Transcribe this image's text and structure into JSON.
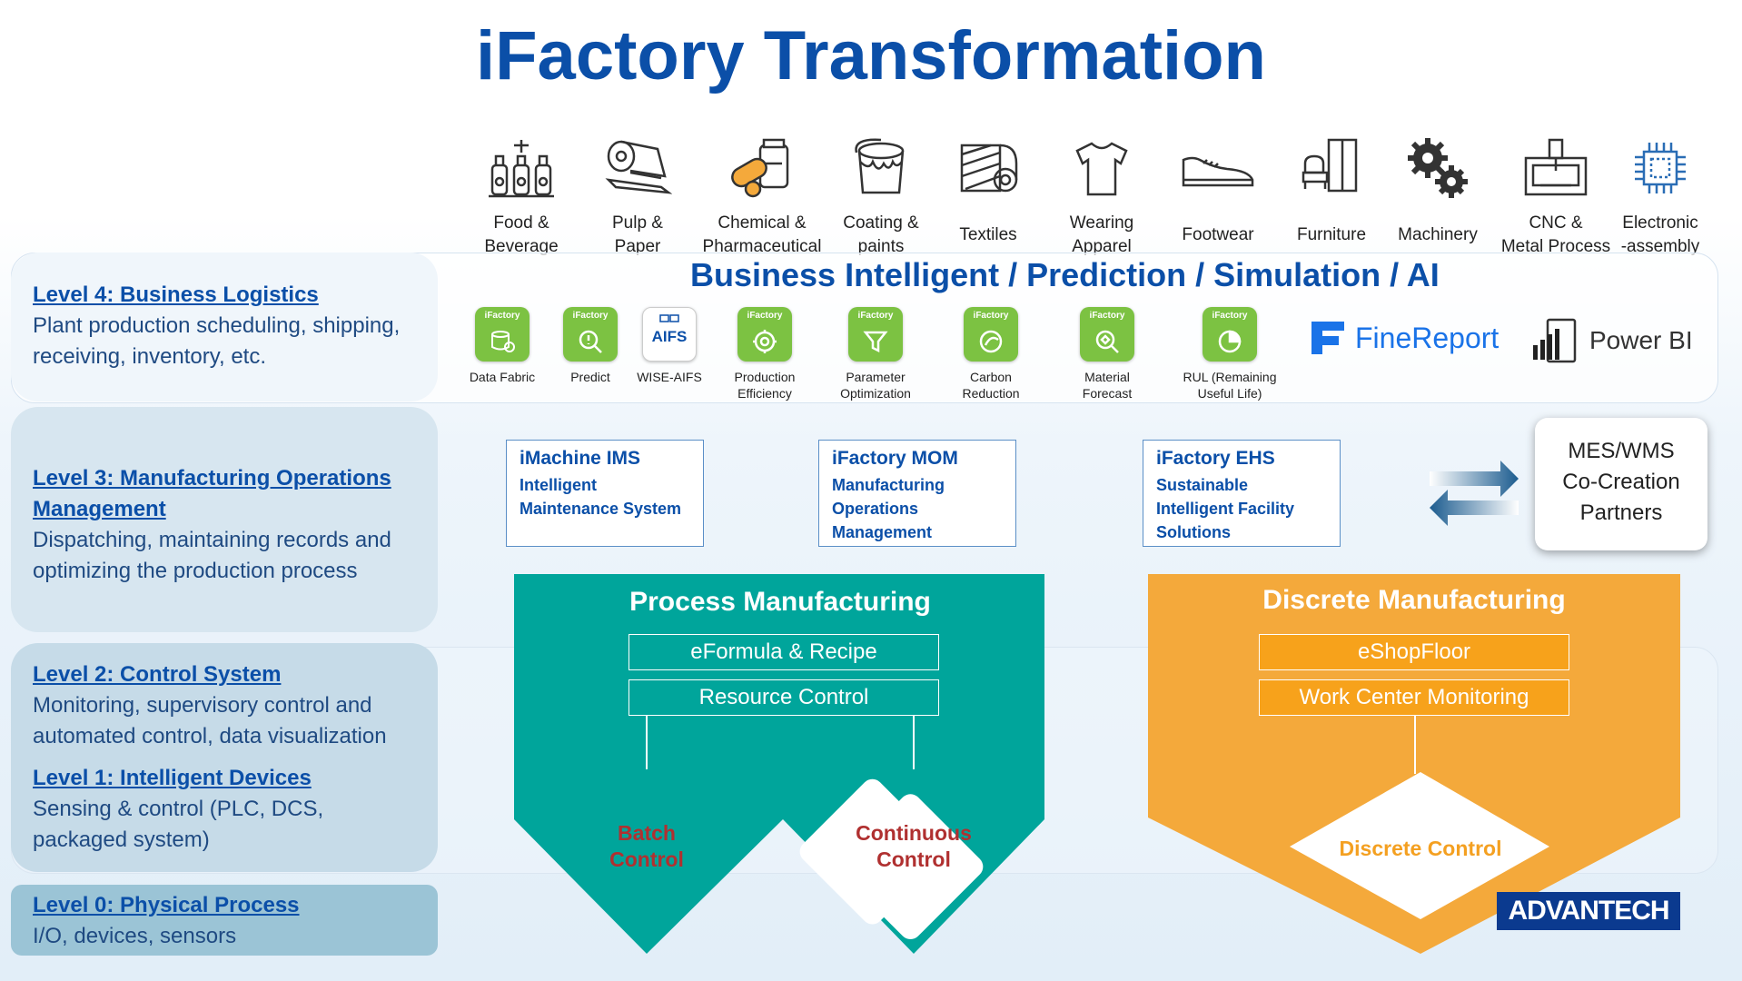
{
  "title": "iFactory Transformation",
  "industries": [
    {
      "label": "Food &\nBeverage",
      "icon": "bottles-icon"
    },
    {
      "label": "Pulp &\nPaper",
      "icon": "paper-roll-icon"
    },
    {
      "label": "Chemical &\nPharmaceutical",
      "icon": "pills-icon"
    },
    {
      "label": "Coating &\npaints",
      "icon": "paint-bucket-icon"
    },
    {
      "label": "Textiles",
      "icon": "fabric-roll-icon"
    },
    {
      "label": "Wearing\nApparel",
      "icon": "tshirt-icon"
    },
    {
      "label": "Footwear",
      "icon": "shoe-icon"
    },
    {
      "label": "Furniture",
      "icon": "chair-icon"
    },
    {
      "label": "Machinery",
      "icon": "gears-icon"
    },
    {
      "label": "CNC &\nMetal Process",
      "icon": "cnc-machine-icon"
    },
    {
      "label": "Electronic\n-assembly",
      "icon": "chip-icon"
    }
  ],
  "levels": {
    "l4": {
      "title": "Level 4: Business Logistics",
      "desc": "Plant production scheduling, shipping, receiving, inventory, etc."
    },
    "l3": {
      "title": "Level 3: Manufacturing Operations Management",
      "desc": "Dispatching, maintaining records and optimizing the production process"
    },
    "l2": {
      "title": "Level 2: Control System",
      "desc": "Monitoring, supervisory control and automated control, data visualization"
    },
    "l1": {
      "title": "Level 1: Intelligent Devices",
      "desc": "Sensing & control (PLC, DCS, packaged system)"
    },
    "l0": {
      "title": "Level 0: Physical Process",
      "desc": "I/O, devices, sensors"
    }
  },
  "bi": {
    "title": "Business Intelligent / Prediction / Simulation / AI",
    "app_tag": "iFactory",
    "apps": [
      {
        "name": "Data Fabric",
        "icon": "data-fabric-icon"
      },
      {
        "name": "Predict",
        "icon": "predict-icon"
      },
      {
        "name": "WISE-AIFS",
        "icon": "aifs-icon",
        "badge": "AIFS"
      },
      {
        "name": "Production\nEfficiency",
        "icon": "efficiency-icon"
      },
      {
        "name": "Parameter\nOptimization",
        "icon": "parameter-icon"
      },
      {
        "name": "Carbon\nReduction",
        "icon": "carbon-icon"
      },
      {
        "name": "Material\nForecast",
        "icon": "material-icon"
      },
      {
        "name": "RUL (Remaining\nUseful Life)",
        "icon": "rul-icon"
      }
    ],
    "finereport": "FineReport",
    "powerbi": "Power BI"
  },
  "systems": [
    {
      "title": "iMachine IMS",
      "body": "Intelligent\nMaintenance System"
    },
    {
      "title": "iFactory MOM",
      "body": "Manufacturing\nOperations\nManagement"
    },
    {
      "title": "iFactory EHS",
      "body": "Sustainable\nIntelligent Facility\nSolutions"
    }
  ],
  "mes": "MES/WMS\nCo-Creation\nPartners",
  "process": {
    "title": "Process Manufacturing",
    "items": [
      "eFormula & Recipe",
      "Resource Control"
    ],
    "batch": "Batch\nControl",
    "continuous": "Continuous\nControl"
  },
  "discrete": {
    "title": "Discrete Manufacturing",
    "items": [
      "eShopFloor",
      "Work Center Monitoring"
    ],
    "control": "Discrete Control"
  },
  "brand": "ADVANTECH",
  "colors": {
    "title": "#0b4fa8",
    "process": "#00a59b",
    "discrete": "#f4a93b",
    "app_green": "#7cc242",
    "control_red": "#b03030",
    "discrete_text": "#f4a021"
  }
}
